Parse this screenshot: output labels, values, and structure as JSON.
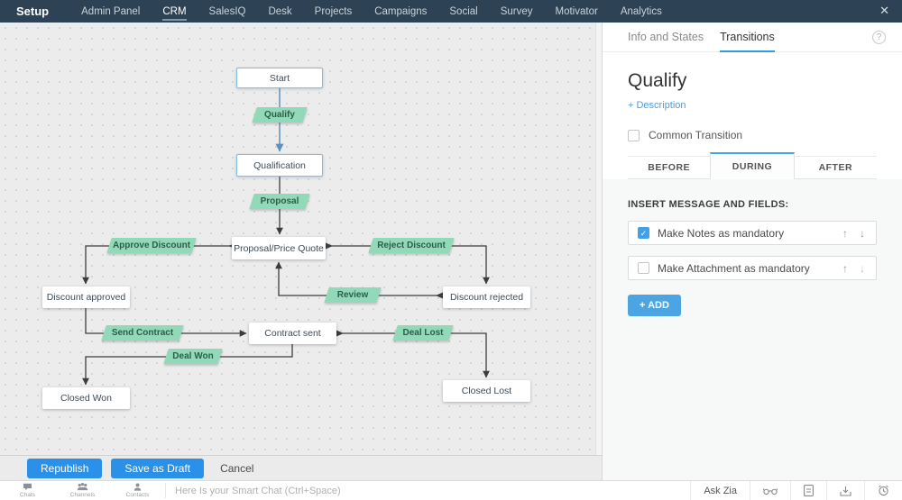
{
  "topbar": {
    "title": "Setup",
    "menu": [
      "Admin Panel",
      "CRM",
      "SalesIQ",
      "Desk",
      "Projects",
      "Campaigns",
      "Social",
      "Survey",
      "Motivator",
      "Analytics"
    ],
    "active_item": "CRM",
    "close_icon": "✕"
  },
  "flowchart": {
    "states": [
      {
        "label": "Start"
      },
      {
        "label": "Qualification"
      },
      {
        "label": "Proposal/Price Quote"
      },
      {
        "label": "Discount approved"
      },
      {
        "label": "Discount rejected"
      },
      {
        "label": "Contract sent"
      },
      {
        "label": "Closed Won"
      },
      {
        "label": "Closed Lost"
      }
    ],
    "transitions": [
      {
        "label": "Qualify"
      },
      {
        "label": "Proposal"
      },
      {
        "label": "Approve Discount"
      },
      {
        "label": "Reject Discount"
      },
      {
        "label": "Review"
      },
      {
        "label": "Send Contract"
      },
      {
        "label": "Deal Lost"
      },
      {
        "label": "Deal Won"
      }
    ],
    "colors": {
      "transition_fill": "#92d9ba",
      "highlight_border": "#7cc0e4",
      "line": "#3c3c3c",
      "line_highlight": "#5e90bd"
    }
  },
  "panel": {
    "tabs": [
      {
        "label": "Info and States"
      },
      {
        "label": "Transitions"
      }
    ],
    "active_tab": "Transitions",
    "help_icon": "?",
    "title": "Qualify",
    "description_link": "+ Description",
    "common_transition": {
      "label": "Common Transition",
      "checked": false
    },
    "phase_tabs": [
      {
        "label": "BEFORE"
      },
      {
        "label": "DURING"
      },
      {
        "label": "AFTER"
      }
    ],
    "active_phase": "DURING",
    "section_heading": "INSERT MESSAGE AND FIELDS:",
    "check_glyph": "✓",
    "fields": [
      {
        "label": "Make Notes as mandatory",
        "checked": true,
        "up": "↑",
        "down": "↓"
      },
      {
        "label": "Make Attachment as mandatory",
        "checked": false,
        "up": "↑",
        "down": "↓"
      }
    ],
    "add_button": "+ ADD"
  },
  "actionbar": {
    "republish": "Republish",
    "save_draft": "Save as Draft",
    "cancel": "Cancel"
  },
  "chatbar": {
    "items": [
      {
        "label": "Chats"
      },
      {
        "label": "Channels"
      },
      {
        "label": "Contacts"
      }
    ],
    "smart_chat_placeholder": "Here Is your Smart Chat (Ctrl+Space)",
    "ask_zia": "Ask Zia"
  },
  "colors": {
    "accent_blue": "#2a90e8",
    "topbar_bg": "#2d4355"
  }
}
